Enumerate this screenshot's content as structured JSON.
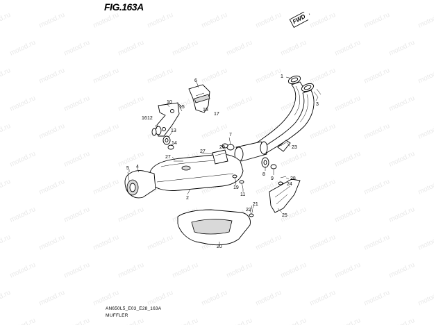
{
  "figure": {
    "title": "FIG.163A",
    "direction_badge": "FWD",
    "code": "AN650L5_E03_E28_163A",
    "name": "MUFFLER"
  },
  "watermark_text": "motod.ru",
  "callouts": [
    {
      "id": "c1",
      "label": "1"
    },
    {
      "id": "c3",
      "label": "3"
    },
    {
      "id": "c6",
      "label": "6"
    },
    {
      "id": "c18",
      "label": "18"
    },
    {
      "id": "c17",
      "label": "17"
    },
    {
      "id": "c10",
      "label": "10"
    },
    {
      "id": "c15",
      "label": "15"
    },
    {
      "id": "c16",
      "label": "16"
    },
    {
      "id": "c12",
      "label": "12"
    },
    {
      "id": "c13",
      "label": "13"
    },
    {
      "id": "c14",
      "label": "14"
    },
    {
      "id": "c7",
      "label": "7"
    },
    {
      "id": "c26",
      "label": "26"
    },
    {
      "id": "c23",
      "label": "23"
    },
    {
      "id": "c27a",
      "label": "27"
    },
    {
      "id": "c27b",
      "label": "27"
    },
    {
      "id": "c8",
      "label": "8"
    },
    {
      "id": "c9",
      "label": "9"
    },
    {
      "id": "c28",
      "label": "28"
    },
    {
      "id": "c24",
      "label": "24"
    },
    {
      "id": "c5",
      "label": "5"
    },
    {
      "id": "c4",
      "label": "4"
    },
    {
      "id": "c19",
      "label": "19"
    },
    {
      "id": "c11",
      "label": "11"
    },
    {
      "id": "c2",
      "label": "2"
    },
    {
      "id": "c21",
      "label": "21"
    },
    {
      "id": "c22",
      "label": "22"
    },
    {
      "id": "c25",
      "label": "25"
    },
    {
      "id": "c20",
      "label": "20"
    }
  ]
}
